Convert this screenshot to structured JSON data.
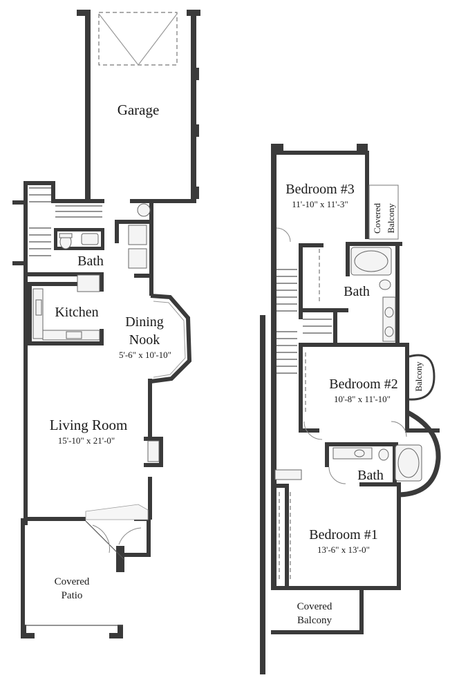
{
  "ground_floor": {
    "garage": "Garage",
    "bath": "Bath",
    "kitchen": "Kitchen",
    "dining_name_1": "Dining",
    "dining_name_2": "Nook",
    "dining_dim": "5'-6\" x 10'-10\"",
    "living_name": "Living Room",
    "living_dim": "15'-10\" x 21'-0\"",
    "patio_1": "Covered",
    "patio_2": "Patio"
  },
  "upper_floor": {
    "bedroom3_name": "Bedroom #3",
    "bedroom3_dim": "11'-10\" x 11'-3\"",
    "side_balcony_1": "Covered",
    "side_balcony_2": "Balcony",
    "bath_upper": "Bath",
    "bedroom2_name": "Bedroom #2",
    "bedroom2_dim": "10'-8\" x 11'-10\"",
    "balcony_small": "Balcony",
    "bath_lower": "Bath",
    "bedroom1_name": "Bedroom #1",
    "bedroom1_dim": "13'-6\" x 13'-0\"",
    "front_balcony_1": "Covered",
    "front_balcony_2": "Balcony"
  }
}
